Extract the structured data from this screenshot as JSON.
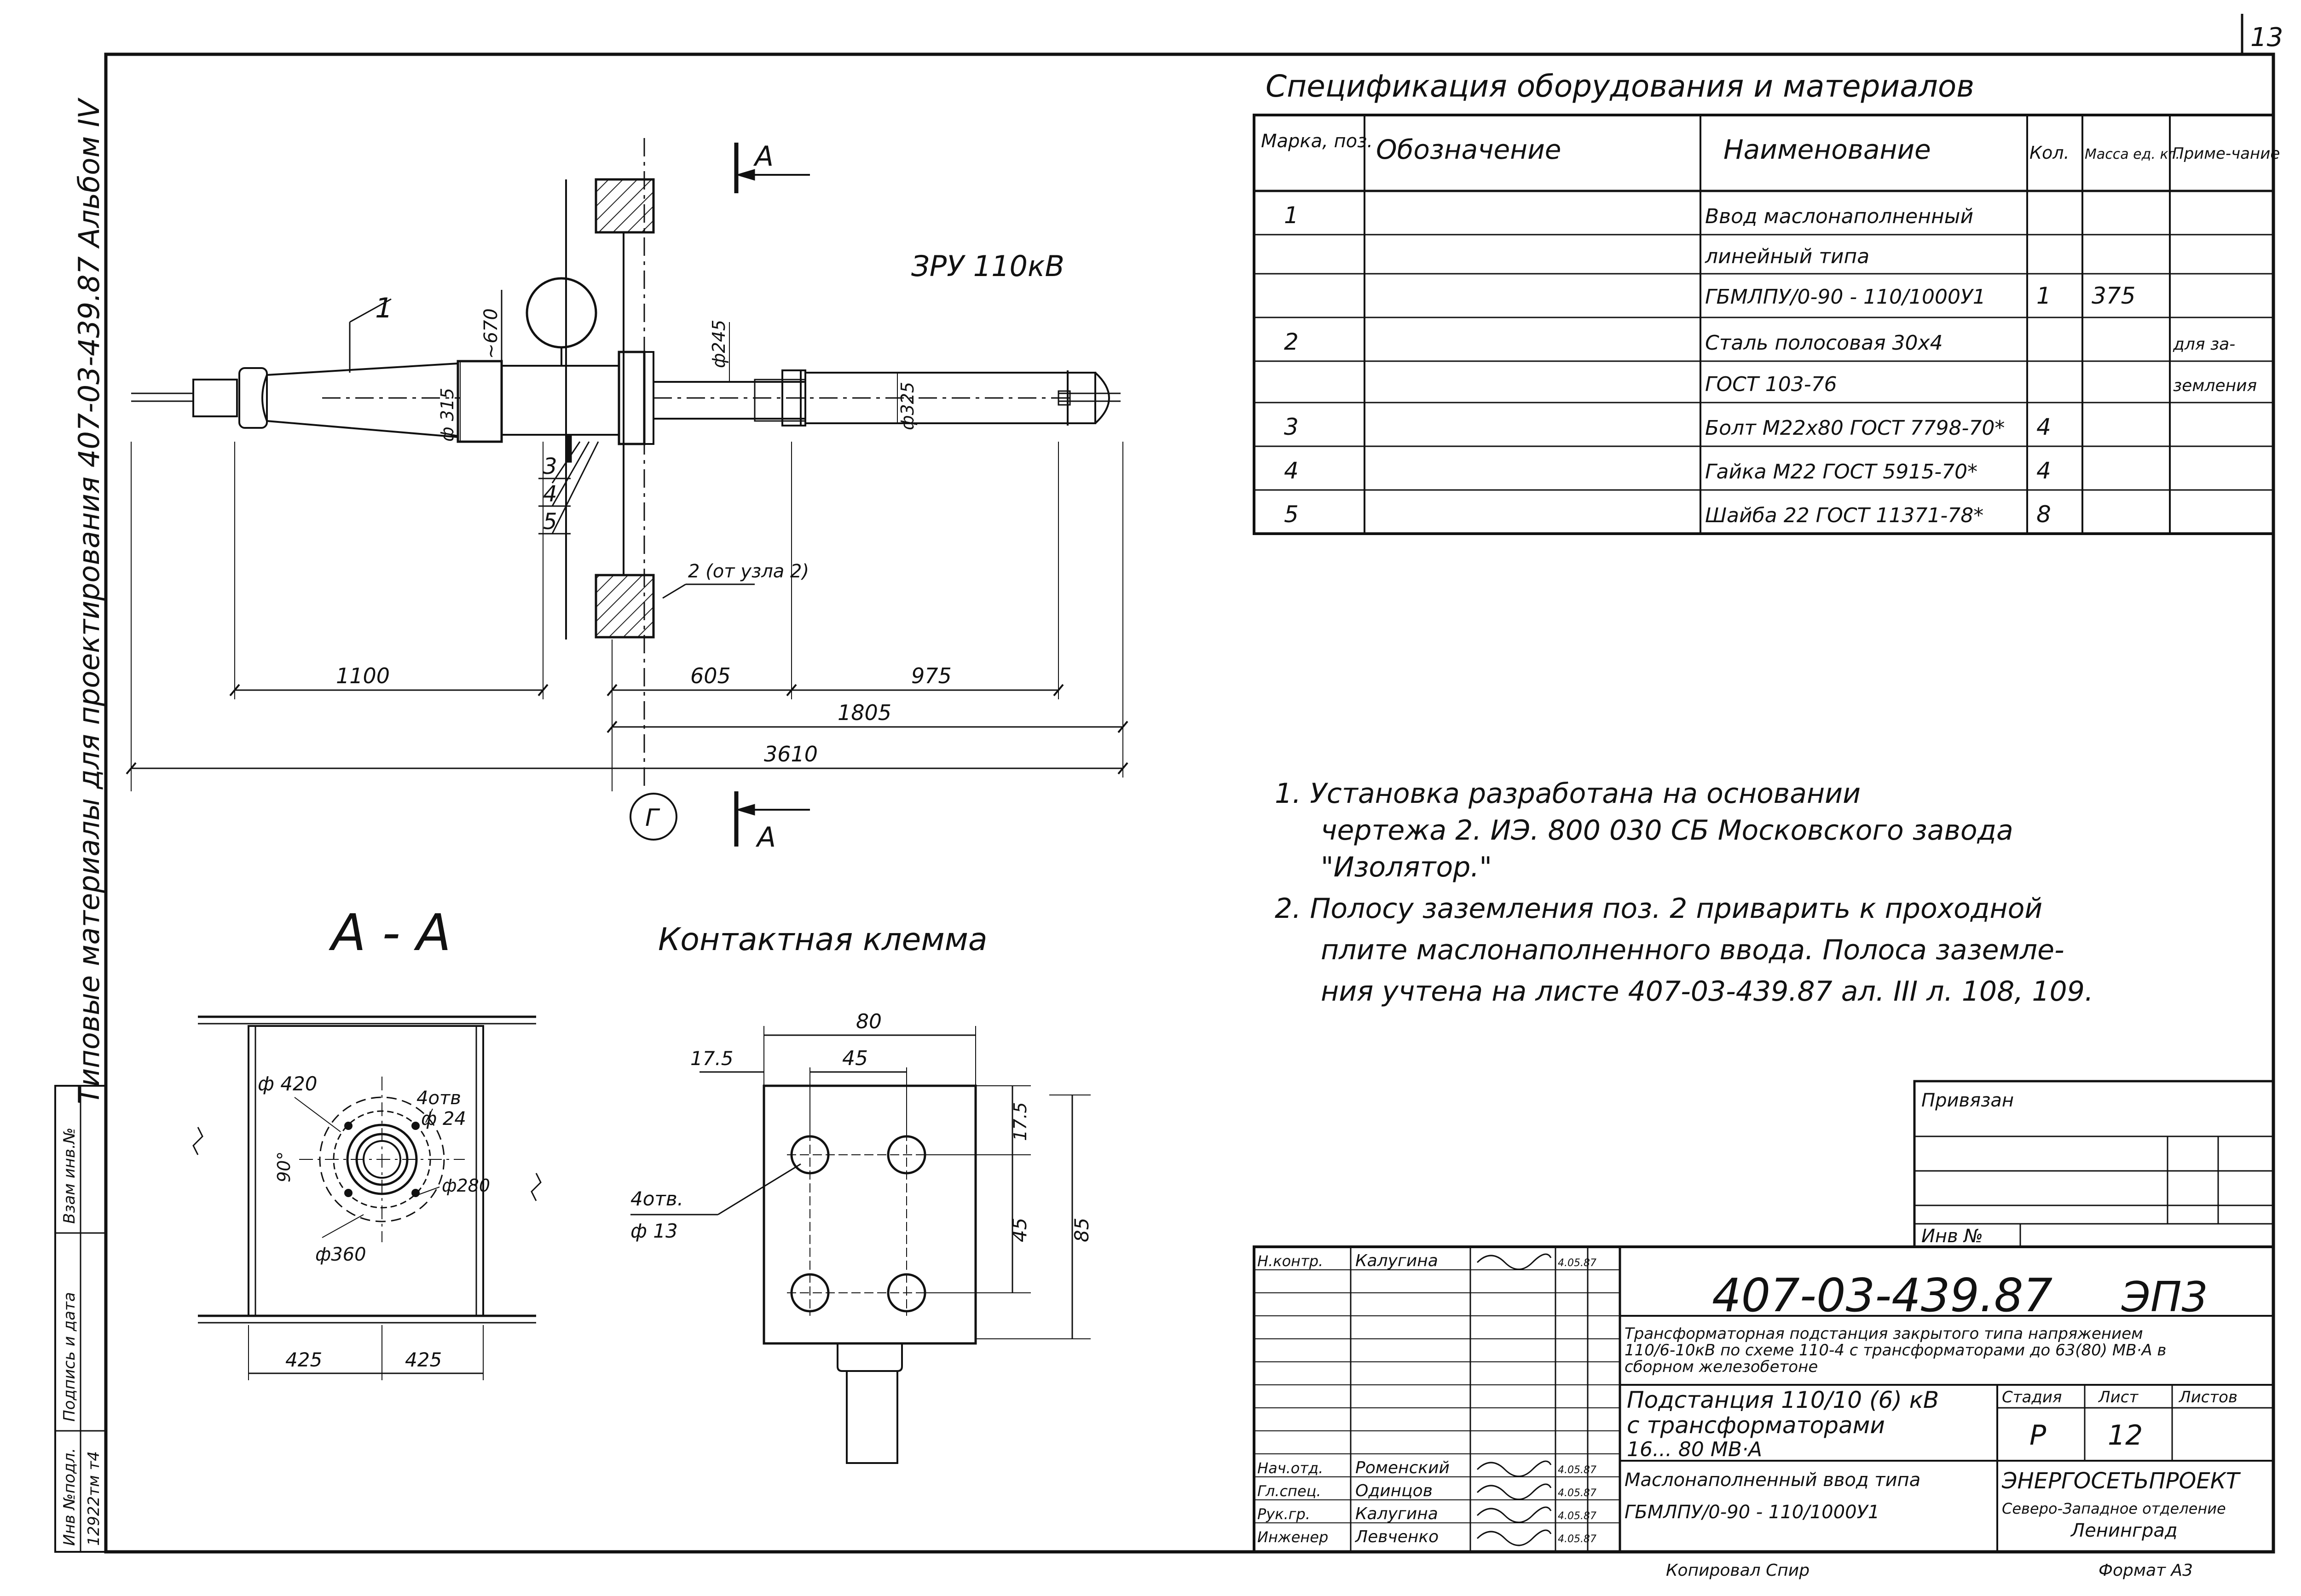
{
  "sheet": {
    "page_number": "13",
    "side_album": "Типовые материалы для проектирования 407-03-439.87 Альбом IV",
    "side_stamp": {
      "inv_podl": "Инв №подл.",
      "podpis_data": "Подпись и дата",
      "vzam_inv": "Взам инв.№",
      "inv_value": "12922тм т4"
    }
  },
  "plan": {
    "title": "ЗРУ 110кВ",
    "section_mark": "А",
    "axis_label": "Г",
    "callouts": {
      "p1": "1",
      "p2": "2 (от узла 2)",
      "p3": "3",
      "p4": "4",
      "p5": "5"
    },
    "dims": {
      "d670": "~670",
      "d315": "ф 315",
      "d245": "ф245",
      "d325": "ф325",
      "d1100": "1100",
      "d605": "605",
      "d975": "975",
      "d1805": "1805",
      "d3610": "3610"
    }
  },
  "section_aa": {
    "title": "А - А",
    "dims": {
      "d420": "ф 420",
      "holes": "4отв",
      "d24": "ф 24",
      "d280": "ф280",
      "d360": "ф360",
      "angle": "90°",
      "w1": "425",
      "w2": "425"
    }
  },
  "clamp": {
    "title": "Контактная клемма",
    "dims": {
      "d80": "80",
      "d175a": "17.5",
      "d45a": "45",
      "d175b": "17.5",
      "d45b": "45",
      "d85": "85",
      "holes": "4отв.",
      "dia": "ф 13"
    }
  },
  "spec": {
    "title": "Спецификация оборудования и материалов",
    "headers": [
      "Марка, поз.",
      "Обозначение",
      "Наименование",
      "Кол.",
      "Масса ед. кг.",
      "Приме-чание"
    ],
    "rows": [
      [
        "1",
        "",
        "Ввод маслонаполненный",
        "",
        "",
        ""
      ],
      [
        "",
        "",
        "линейный типа",
        "",
        "",
        ""
      ],
      [
        "",
        "",
        "ГБМЛПУ/0-90 - 110/1000У1",
        "1",
        "375",
        ""
      ],
      [
        "2",
        "",
        "Сталь полосовая 30х4",
        "",
        "",
        "для за-"
      ],
      [
        "",
        "",
        "ГОСТ 103-76",
        "",
        "",
        "земления"
      ],
      [
        "3",
        "",
        "Болт М22х80 ГОСТ 7798-70*",
        "4",
        "",
        ""
      ],
      [
        "4",
        "",
        "Гайка М22 ГОСТ 5915-70*",
        "4",
        "",
        ""
      ],
      [
        "5",
        "",
        "Шайба 22 ГОСТ 11371-78*",
        "8",
        "",
        ""
      ]
    ]
  },
  "notes": [
    "1. Установка разработана на основании",
    "чертежа 2. ИЭ. 800 030 СБ Московского завода",
    "\"Изолятор.\"",
    "2. Полосу заземления поз. 2 приварить к проходной",
    "плите маслонаполненного ввода. Полоса заземле-",
    "ния учтена на листе 407-03-439.87 ал. III л. 108, 109."
  ],
  "privyazan": {
    "label": "Привязан",
    "inv": "Инв №"
  },
  "title_block": {
    "code": "407-03-439.87",
    "section": "ЭП3",
    "description": "Трансформаторная подстанция закрытого типа напряжением 110/6-10кВ по схеме 110-4 с трансформаторами до 63(80) МВ·А в сборном железобетоне",
    "object_l1": "Подстанция 110/10 (6) кВ",
    "object_l2": "с трансформаторами",
    "object_l3": "16... 80 МВ·А",
    "drawing_l1": "Маслонаполненный ввод типа",
    "drawing_l2": "ГБМЛПУ/0-90 - 110/1000У1",
    "stage_hdr": "Стадия",
    "sheet_hdr": "Лист",
    "sheets_hdr": "Листов",
    "stage": "Р",
    "sheet_no": "12",
    "org1": "ЭНЕРГОСЕТЬПРОЕКТ",
    "org2": "Северо-Западное отделение",
    "org3": "Ленинград",
    "signers": [
      {
        "role": "Н.контр.",
        "name": "Калугина",
        "date": "4.05.87"
      },
      {
        "role": "Нач.отд.",
        "name": "Роменский",
        "date": "4.05.87"
      },
      {
        "role": "Гл.спец.",
        "name": "Одинцов",
        "date": "4.05.87"
      },
      {
        "role": "Рук.гр.",
        "name": "Калугина",
        "date": "4.05.87"
      },
      {
        "role": "Инженер",
        "name": "Левченко",
        "date": "4.05.87"
      }
    ],
    "copied": "Копировал Спир",
    "format": "Формат А3"
  }
}
